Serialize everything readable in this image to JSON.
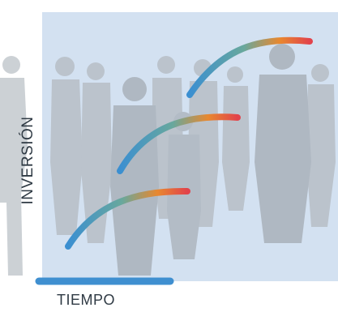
{
  "diagram": {
    "y_axis_label": "INVERSIÓN",
    "x_axis_label": "TIEMPO",
    "curves": [
      "curve-1",
      "curve-2",
      "curve-3"
    ],
    "colors": {
      "panel": "#d3e1f1",
      "axis_blue": "#3f8fd0",
      "axis_orange": "#e8743a",
      "axis_red": "#e2434b",
      "silhouette": "#b6bcc3"
    }
  }
}
